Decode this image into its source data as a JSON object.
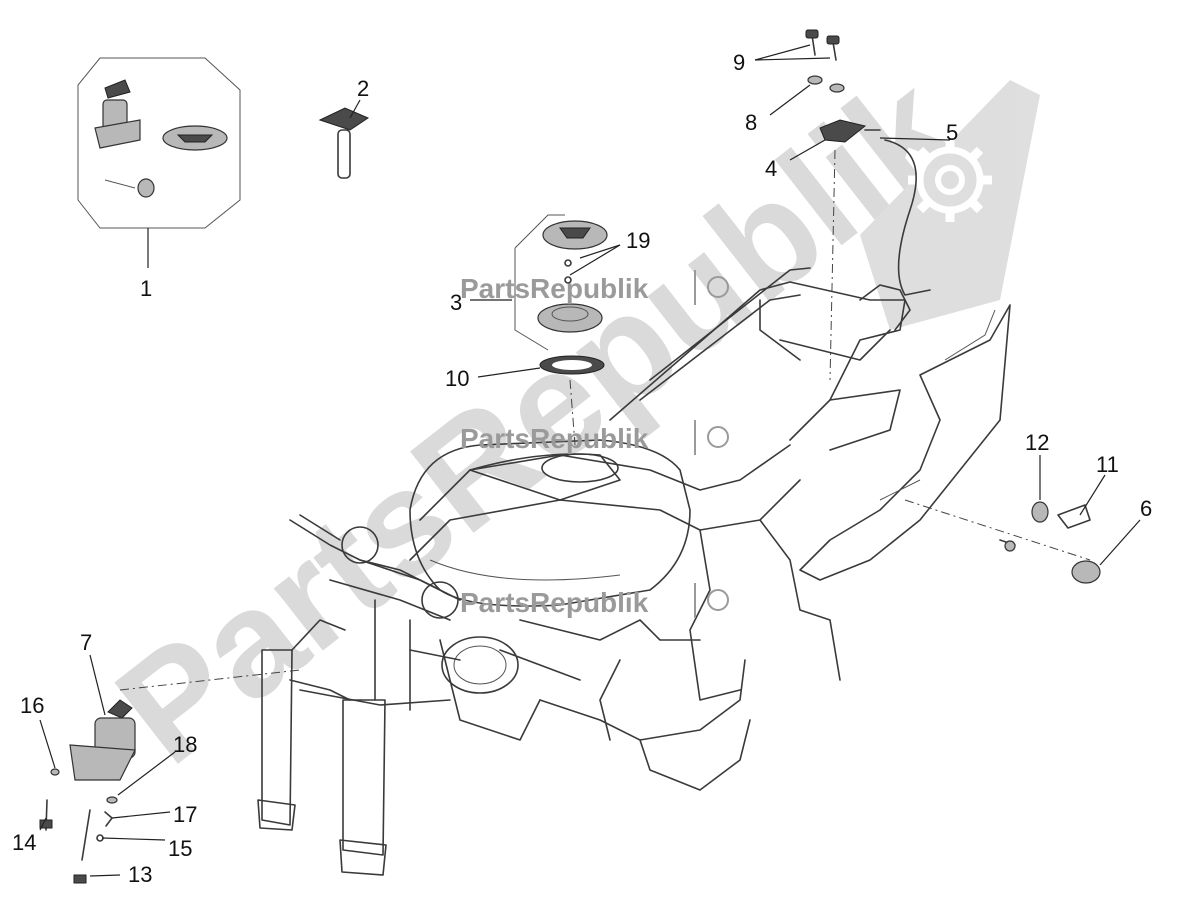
{
  "watermark": {
    "small": [
      "PartsRepublik",
      "PartsRepublik",
      "PartsRepublik"
    ],
    "big": "PartsRepublik"
  },
  "callouts": [
    "1",
    "2",
    "3",
    "4",
    "5",
    "6",
    "7",
    "8",
    "9",
    "10",
    "11",
    "12",
    "13",
    "14",
    "15",
    "16",
    "17",
    "18",
    "19"
  ],
  "colors": {
    "lines": "#3a3a3a",
    "watermark": "#bdbdbd",
    "background": "#ffffff"
  },
  "icons": [
    "gear-logo-icon"
  ]
}
